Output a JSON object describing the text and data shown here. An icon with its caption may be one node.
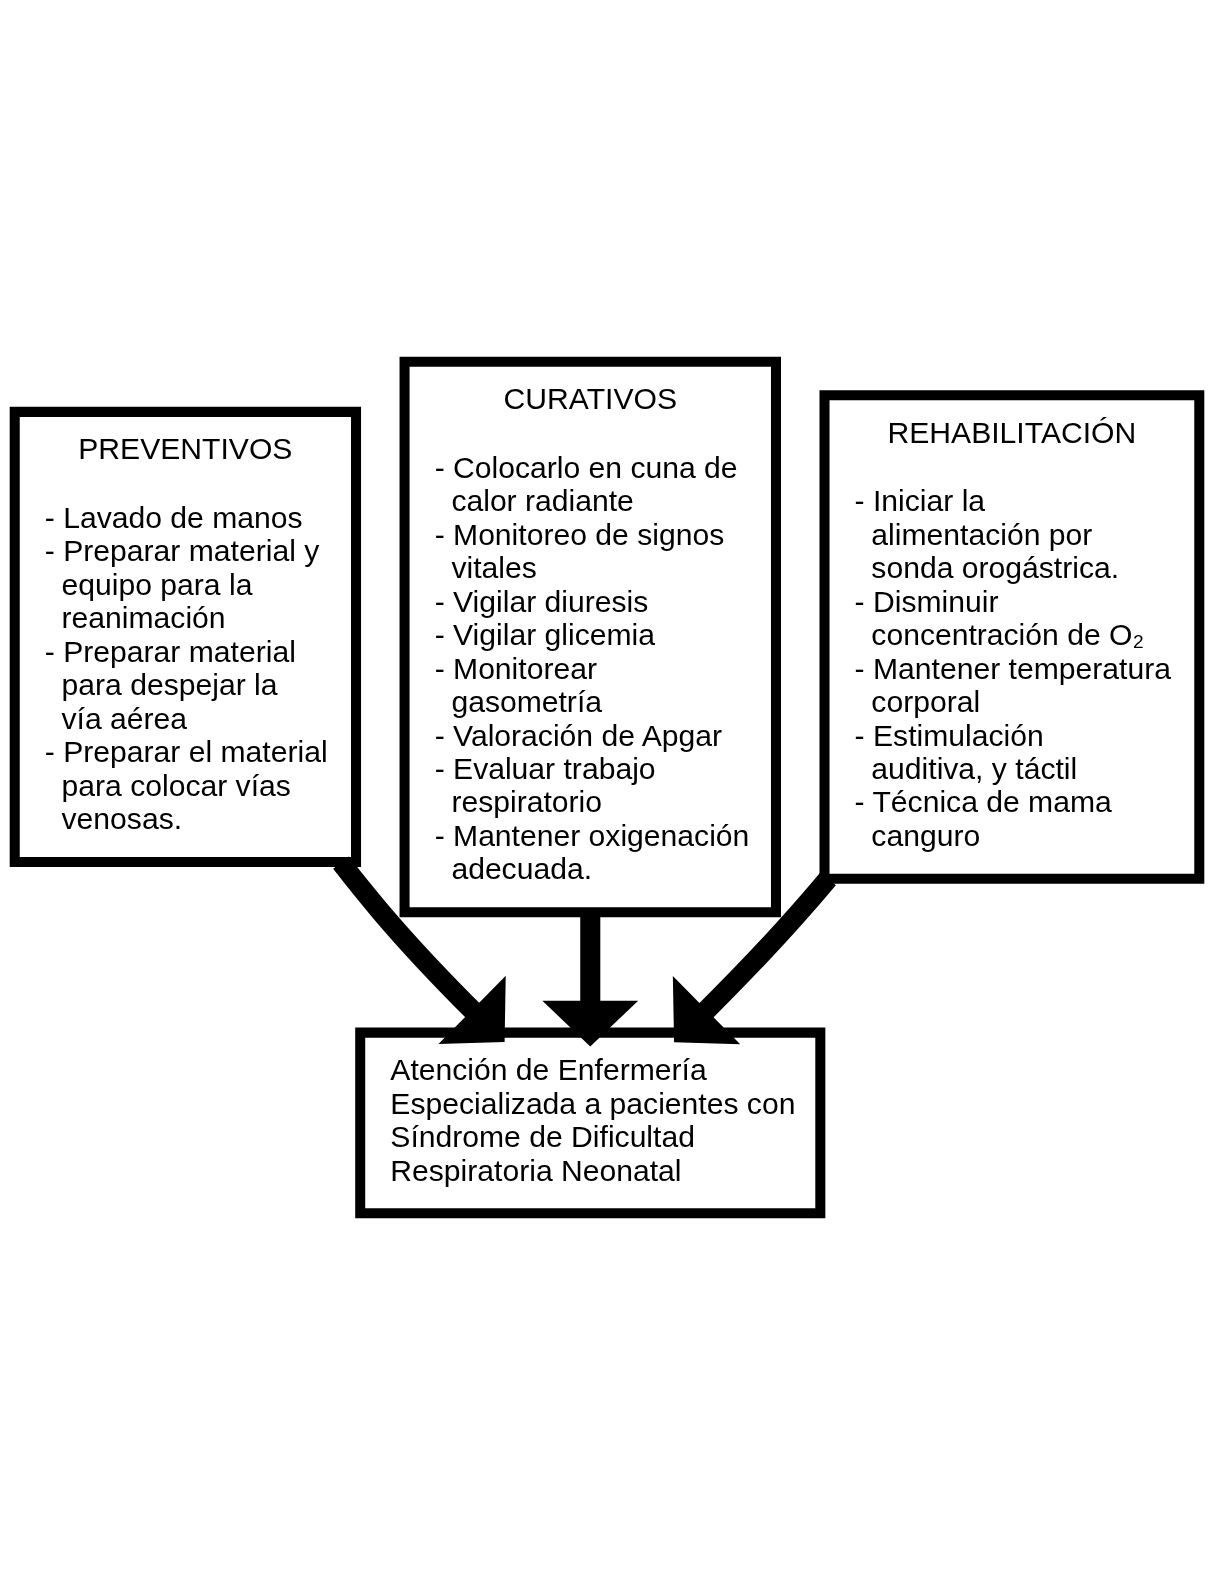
{
  "diagram": {
    "nodes": [
      {
        "text": [
          "PREVENTIVOS",
          "- Lavado de manos",
          "- Preparar material y equipo para la reanimación",
          "- Preparar material para despejar la vía aérea",
          "- Preparar el material para colocar vías venosas."
        ]
      },
      {
        "text": [
          "CURATIVOS",
          "- Colocarlo en cuna de calor radiante",
          "- Monitoreo de signos vitales",
          "- Vigilar diuresis",
          "- Vigilar glicemia",
          "- Monitorear gasometría",
          "- Valoración de Apgar",
          "- Evaluar trabajo respiratorio",
          "- Mantener oxigenación adecuada."
        ]
      },
      {
        "text": [
          "REHABILITACIÓN",
          "- Iniciar la alimentación por sonda orogástrica.",
          "- Disminuir concentración de O₂",
          "- Mantener temperatura corporal",
          "- Estimulación auditiva, y táctil",
          "- Técnica de mama canguro"
        ]
      },
      {
        "text": [
          "Atención de Enfermería Especializada a pacientes con Síndrome de Dificultad Respiratoria Neonatal"
        ]
      }
    ],
    "edges": [
      {
        "from": 0,
        "to": 3,
        "arrow": "to"
      },
      {
        "from": 1,
        "to": 3,
        "arrow": "to"
      },
      {
        "from": 2,
        "to": 3,
        "arrow": "to"
      }
    ]
  }
}
